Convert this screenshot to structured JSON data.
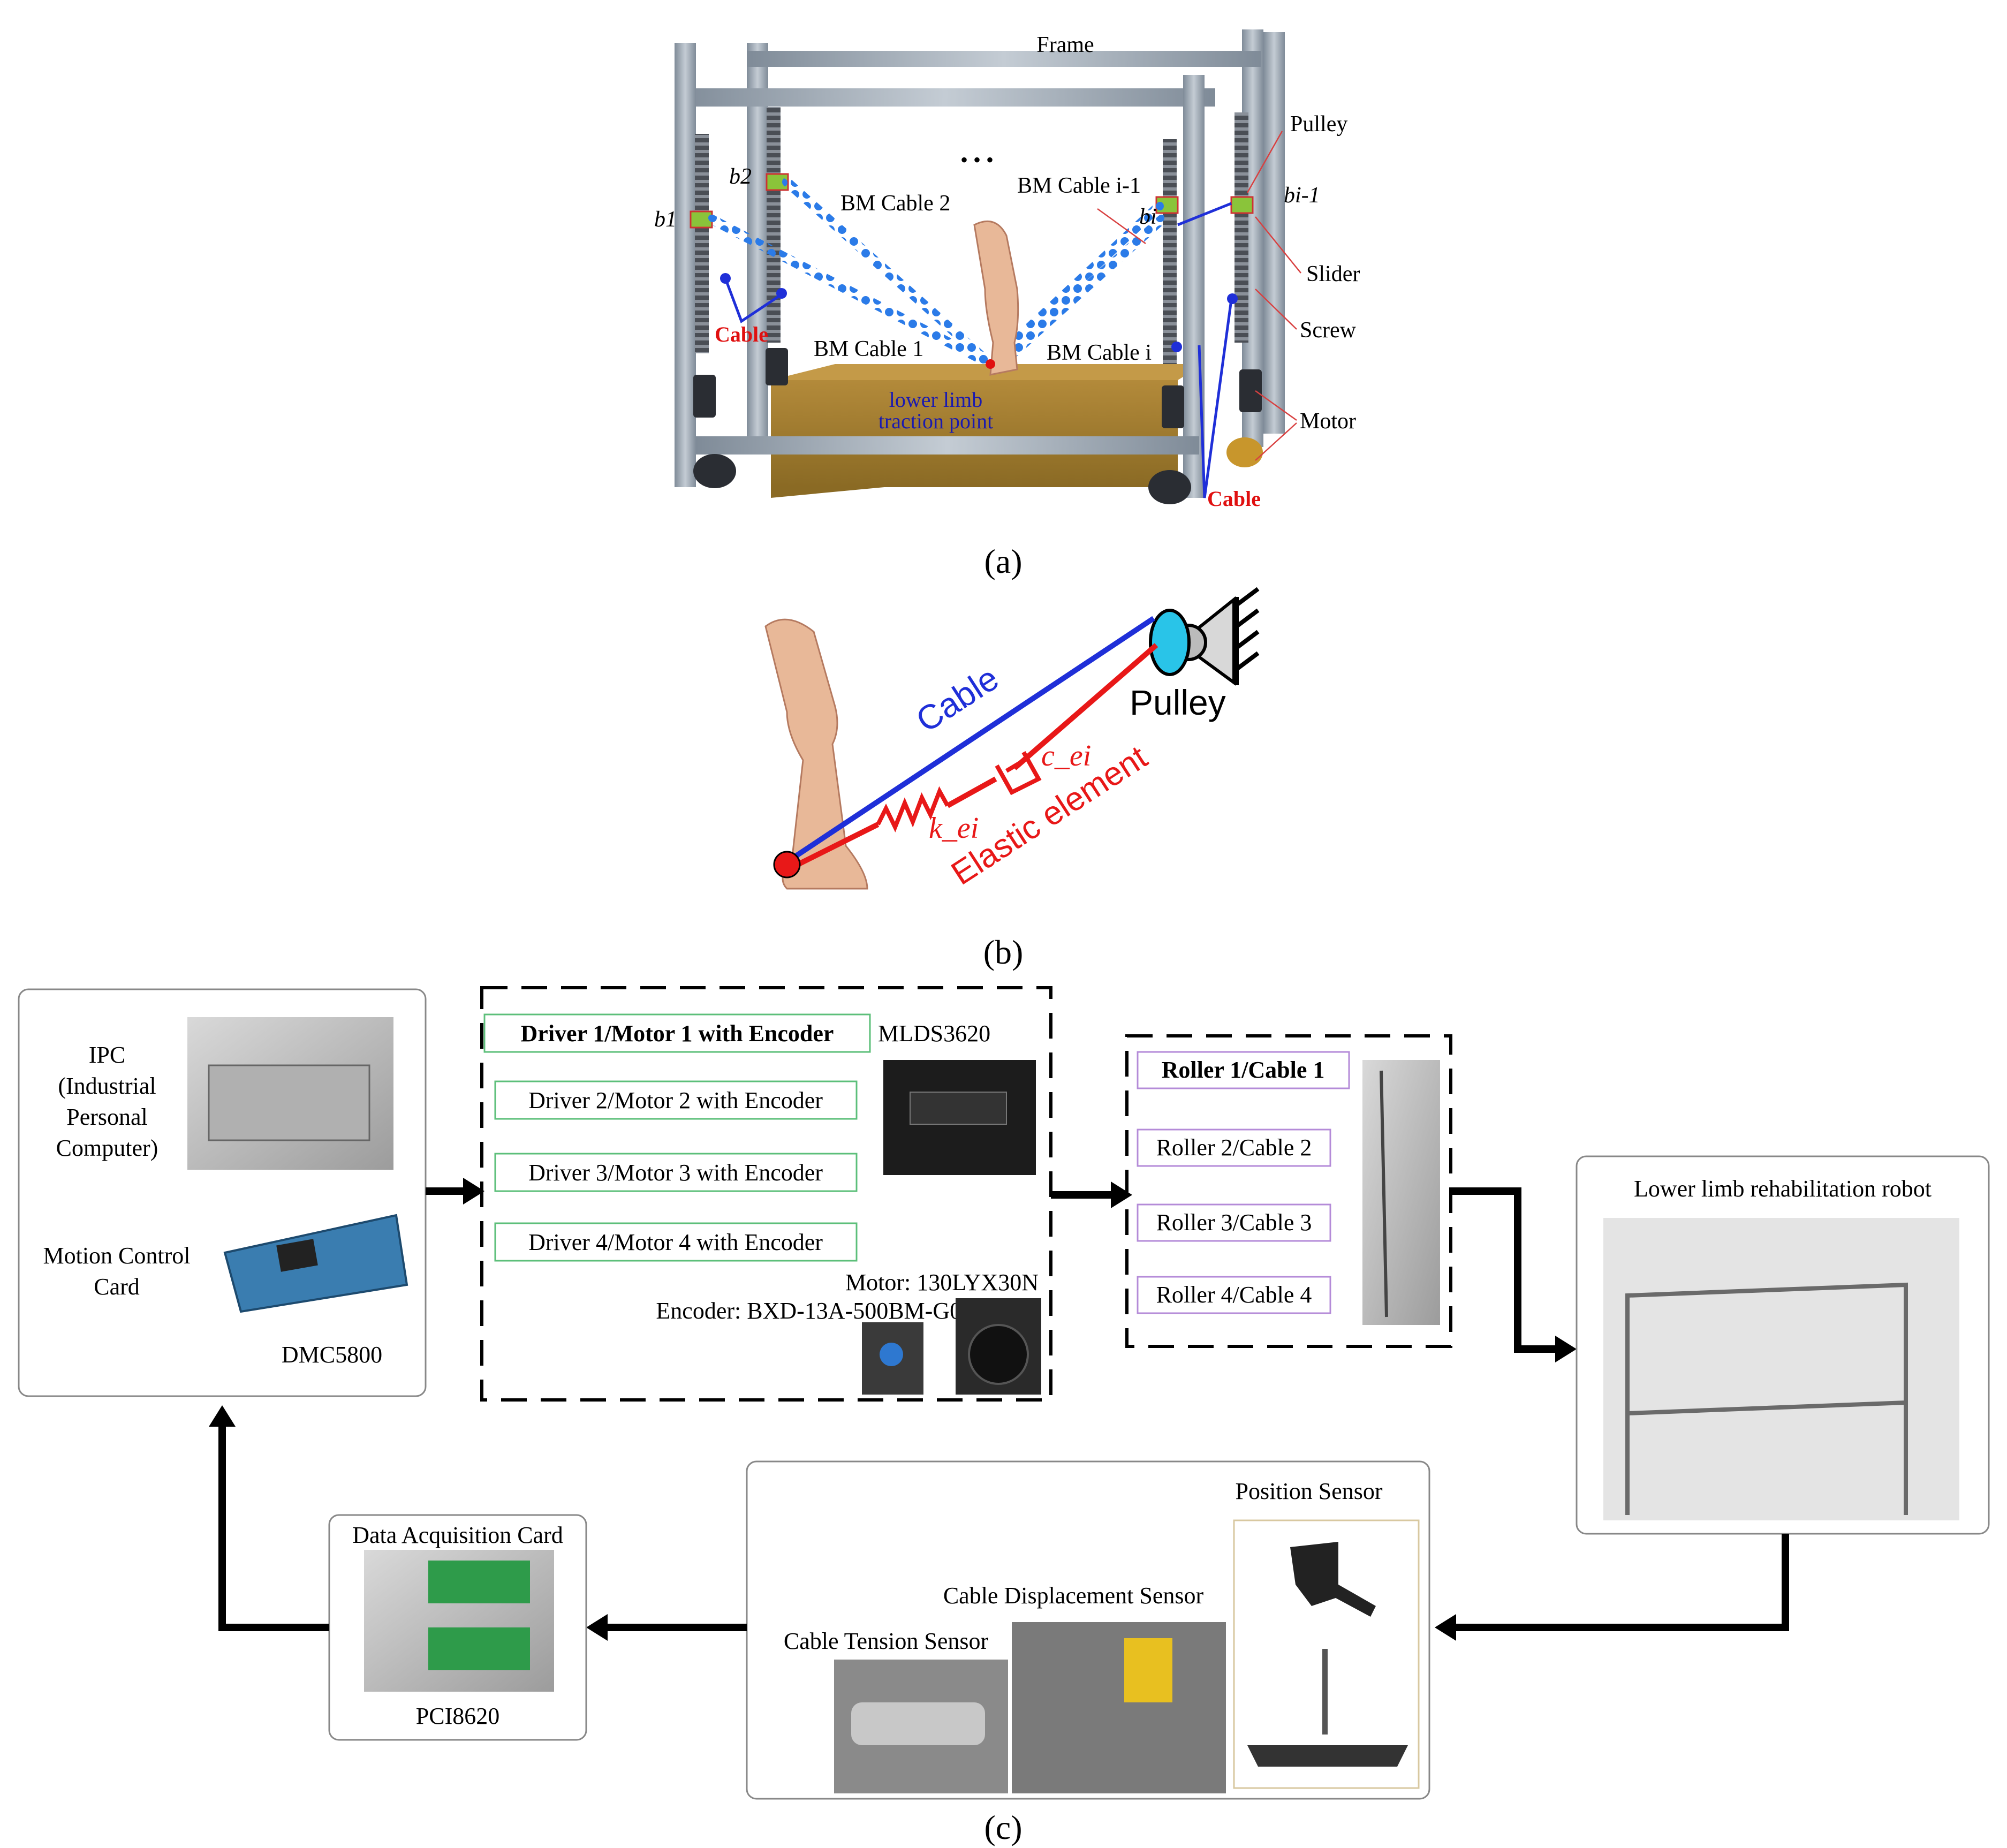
{
  "panel_a": {
    "caption": "(a)",
    "labels": {
      "frame": "Frame",
      "pulley": "Pulley",
      "slider": "Slider",
      "screw": "Screw",
      "motor": "Motor",
      "cable_left": "Cable",
      "cable_right": "Cable",
      "bm_cable_1": "BM Cable 1",
      "bm_cable_2": "BM Cable 2",
      "bm_cable_i_minus_1": "BM Cable i-1",
      "bm_cable_i": "BM Cable i",
      "b1": "b1",
      "b2": "b2",
      "bi": "bi",
      "bi_minus_1": "bi-1",
      "traction_line1": "lower limb",
      "traction_line2": "traction point",
      "ellipsis": "• • •"
    }
  },
  "panel_b": {
    "caption": "(b)",
    "labels": {
      "cable": "Cable",
      "pulley": "Pulley",
      "c_ei": "c_ei",
      "k_ei": "k_ei",
      "elastic": "Elastic element"
    }
  },
  "panel_c": {
    "caption": "(c)",
    "ipc": {
      "line1": "IPC",
      "line2": "(Industrial",
      "line3": "Personal",
      "line4": "Computer)",
      "mc_line1": "Motion Control",
      "mc_line2": "Card",
      "model": "DMC5800"
    },
    "drivers": {
      "items": [
        "Driver 1/Motor 1 with Encoder",
        "Driver 2/Motor 2 with Encoder",
        "Driver 3/Motor 3 with Encoder",
        "Driver 4/Motor 4 with Encoder"
      ],
      "driver_model": "MLDS3620",
      "motor": "Motor: 130LYX30N",
      "encoder": "Encoder: BXD-13A-500BM-G05L"
    },
    "rollers": {
      "items": [
        "Roller 1/Cable 1",
        "Roller 2/Cable 2",
        "Roller 3/Cable 3",
        "Roller 4/Cable 4"
      ]
    },
    "robot": {
      "title": "Lower limb rehabilitation robot"
    },
    "sensors": {
      "position": "Position Sensor",
      "displacement": "Cable Displacement Sensor",
      "tension": "Cable Tension Sensor"
    },
    "daq": {
      "title": "Data Acquisition Card",
      "model": "PCI8620"
    }
  },
  "colors": {
    "frame_steel": "#9aa6b2",
    "bm_cable": "#1f6fe0",
    "cable_blue": "#1f2fd8",
    "label_red": "#e01010",
    "traction_text": "#1a1ab0",
    "base_wood": "#a07c30",
    "driver_box_border": "#5cbf7a",
    "roller_box_border": "#b48bd8",
    "elastic_red": "#e81818"
  }
}
